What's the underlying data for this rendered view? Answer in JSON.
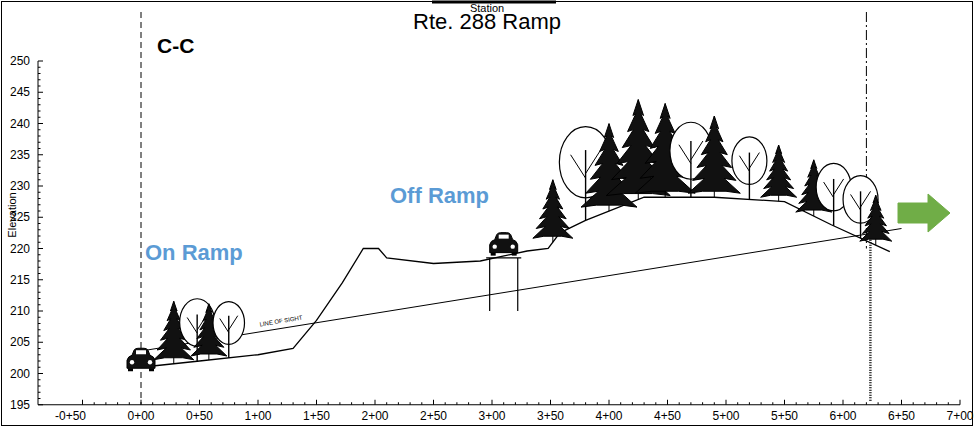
{
  "diagram": {
    "title": "Rte. 288 Ramp",
    "labels": [
      "Station",
      "C-C",
      "On Ramp",
      "Off Ramp",
      "LINE OF SIGHT",
      "Elevation",
      "250",
      "245",
      "240",
      "235",
      "230",
      "225",
      "220",
      "215",
      "210",
      "205",
      "200",
      "195",
      "-0+50",
      "0+00",
      "0+50",
      "1+00",
      "1+50",
      "2+00",
      "2+50",
      "3+00",
      "3+50",
      "4+00",
      "4+50",
      "5+00",
      "5+50",
      "6+00",
      "6+50",
      "7+00"
    ]
  }
}
